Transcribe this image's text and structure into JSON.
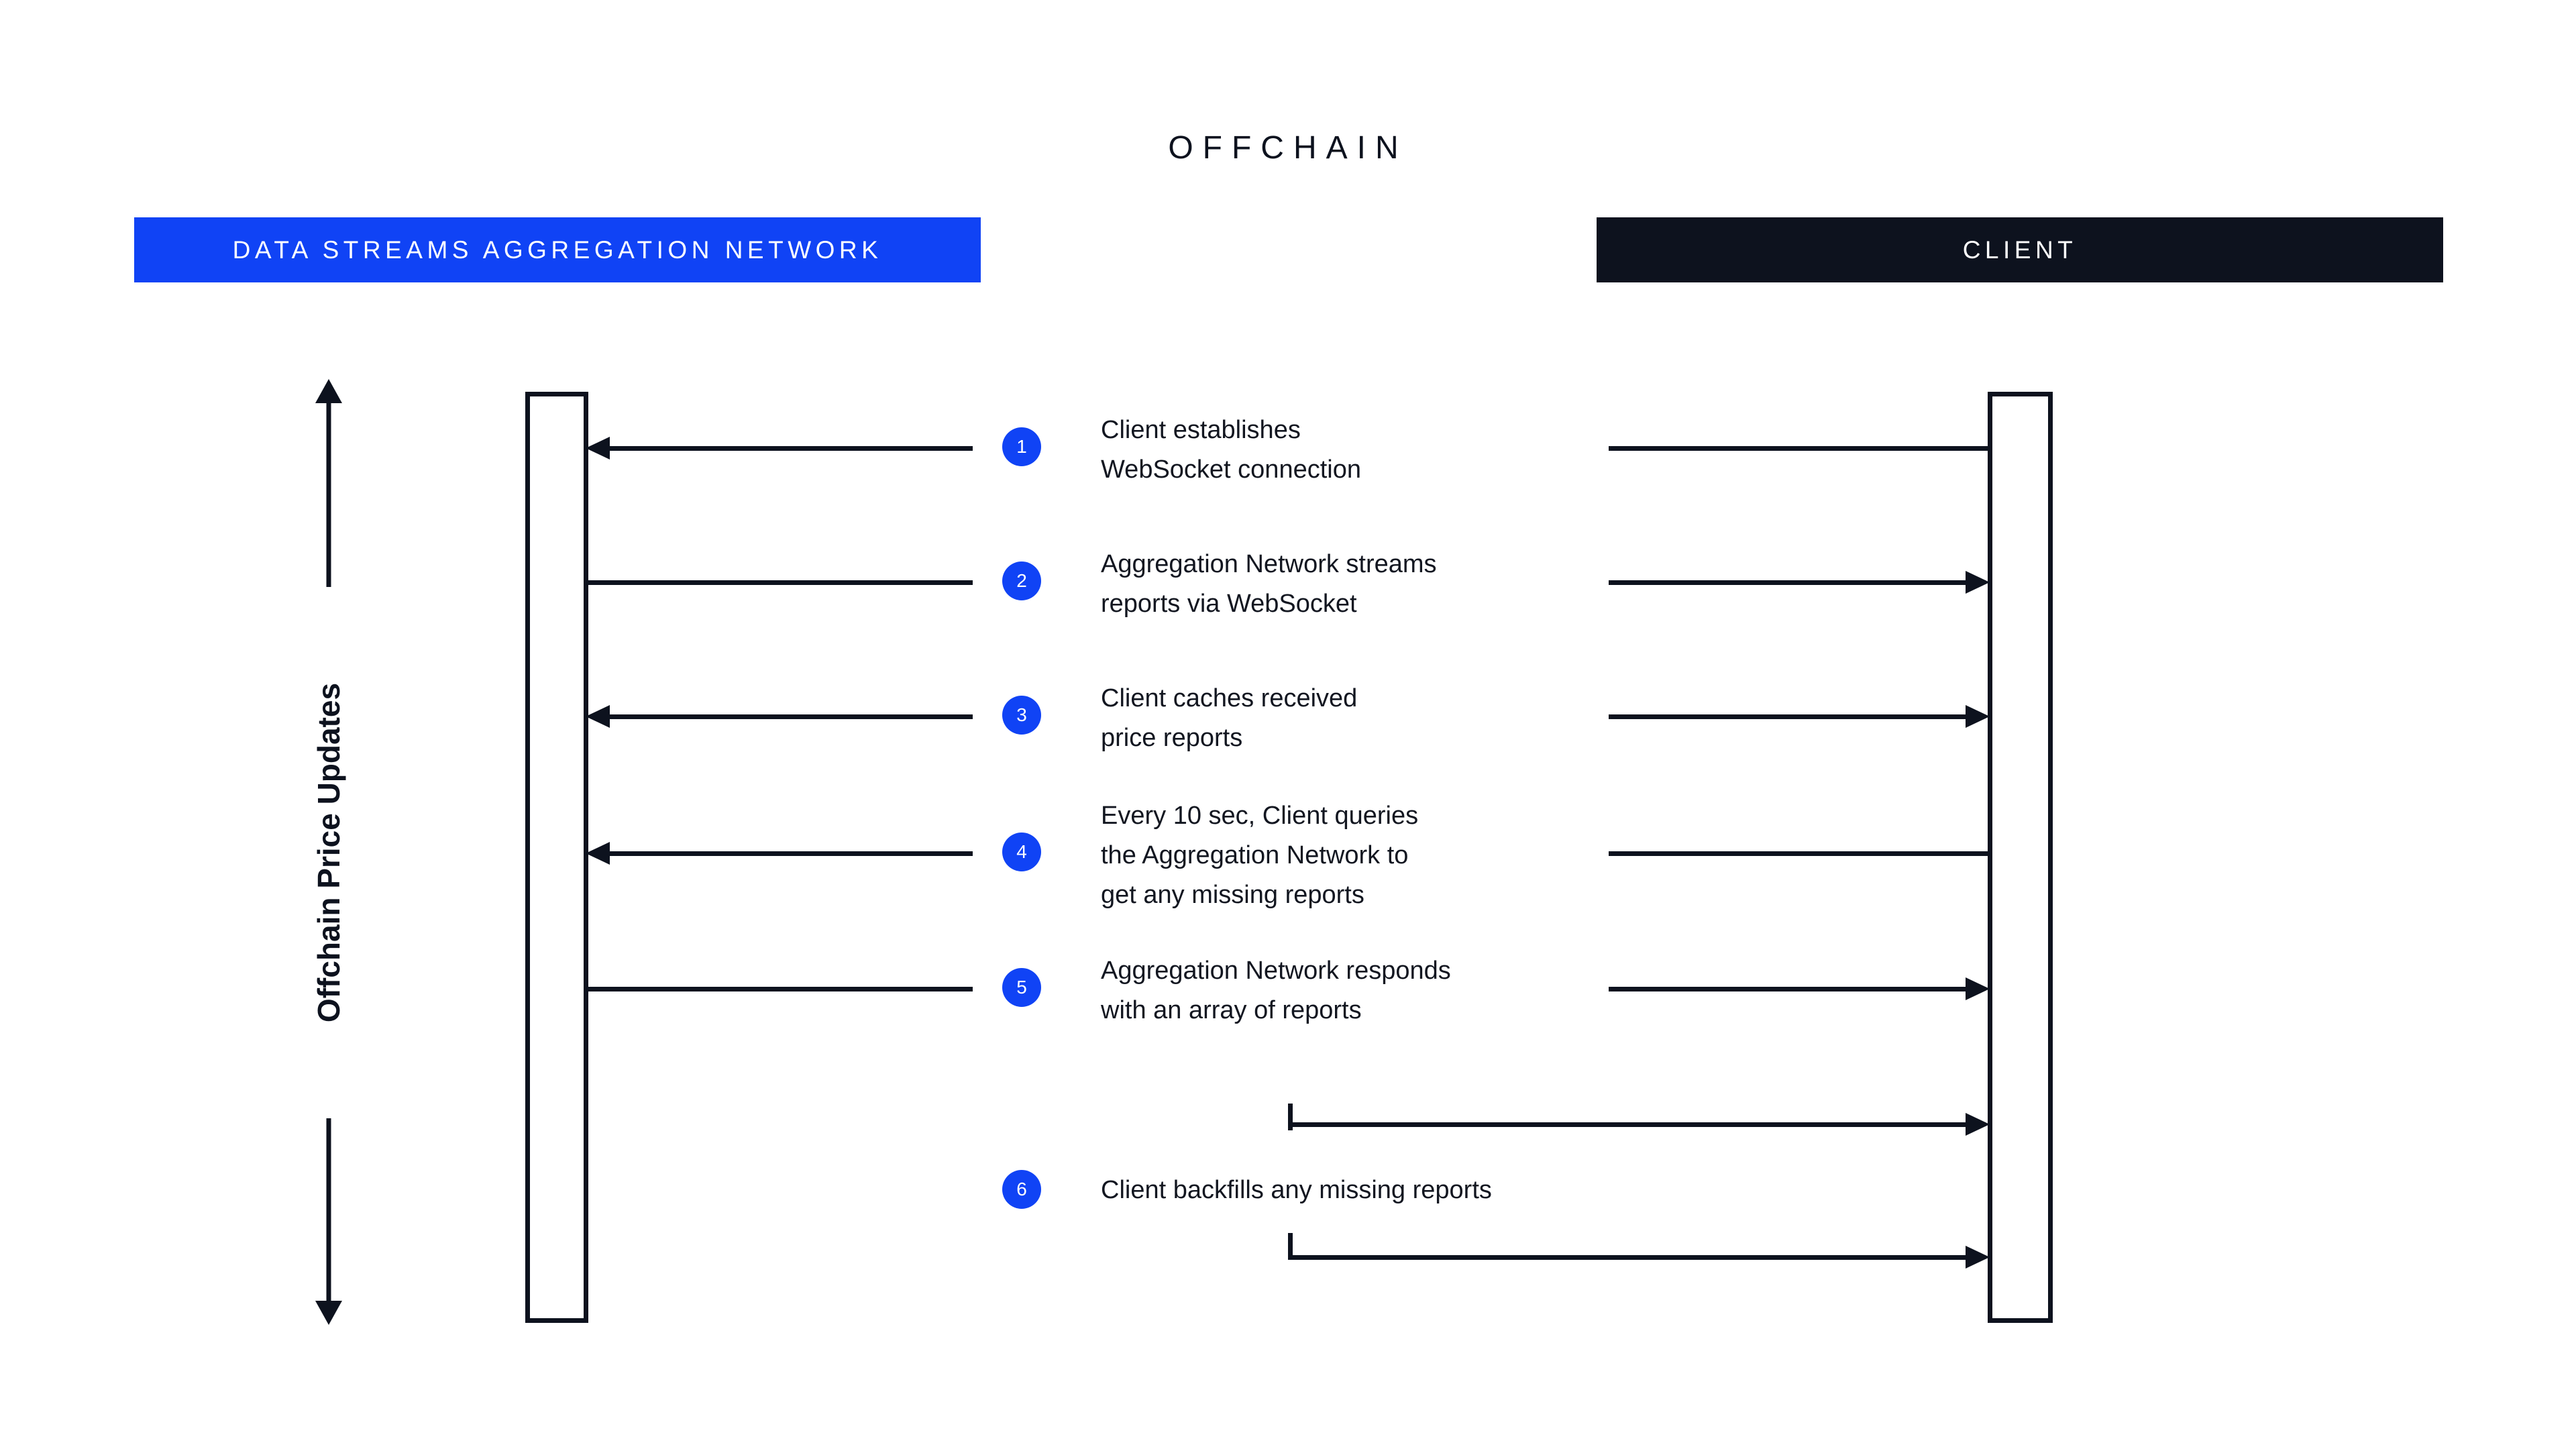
{
  "diagram": {
    "title": "OFFCHAIN",
    "axis_label": "Offchain Price Updates",
    "colors": {
      "accent_blue": "#1043F5",
      "dark": "#0D121E",
      "background": "#FFFFFF",
      "text": "#121620"
    }
  },
  "columns": [
    {
      "id": "aggregation",
      "label": "DATA STREAMS AGGREGATION NETWORK",
      "bar_color": "#1043F5",
      "text_color": "#FFFFFF"
    },
    {
      "id": "client",
      "label": "CLIENT",
      "bar_color": "#0D121E",
      "text_color": "#FFFFFF"
    }
  ],
  "steps": [
    {
      "number": "1",
      "text": "Client establishes\nWebSocket connection",
      "direction": "client-to-aggregation"
    },
    {
      "number": "2",
      "text": "Aggregation Network streams\nreports via WebSocket",
      "direction": "aggregation-to-client"
    },
    {
      "number": "3",
      "text": "Client caches received\nprice reports",
      "direction": "client-to-aggregation"
    },
    {
      "number": "4",
      "text": "Every 10 sec, Client queries\nthe Aggregation Network to\nget any missing reports",
      "direction": "client-to-aggregation"
    },
    {
      "number": "5",
      "text": "Aggregation Network responds\nwith an array of reports",
      "direction": "aggregation-to-client"
    },
    {
      "number": "6",
      "text": "Client backfills any missing reports",
      "direction": "client-self-loop"
    }
  ]
}
